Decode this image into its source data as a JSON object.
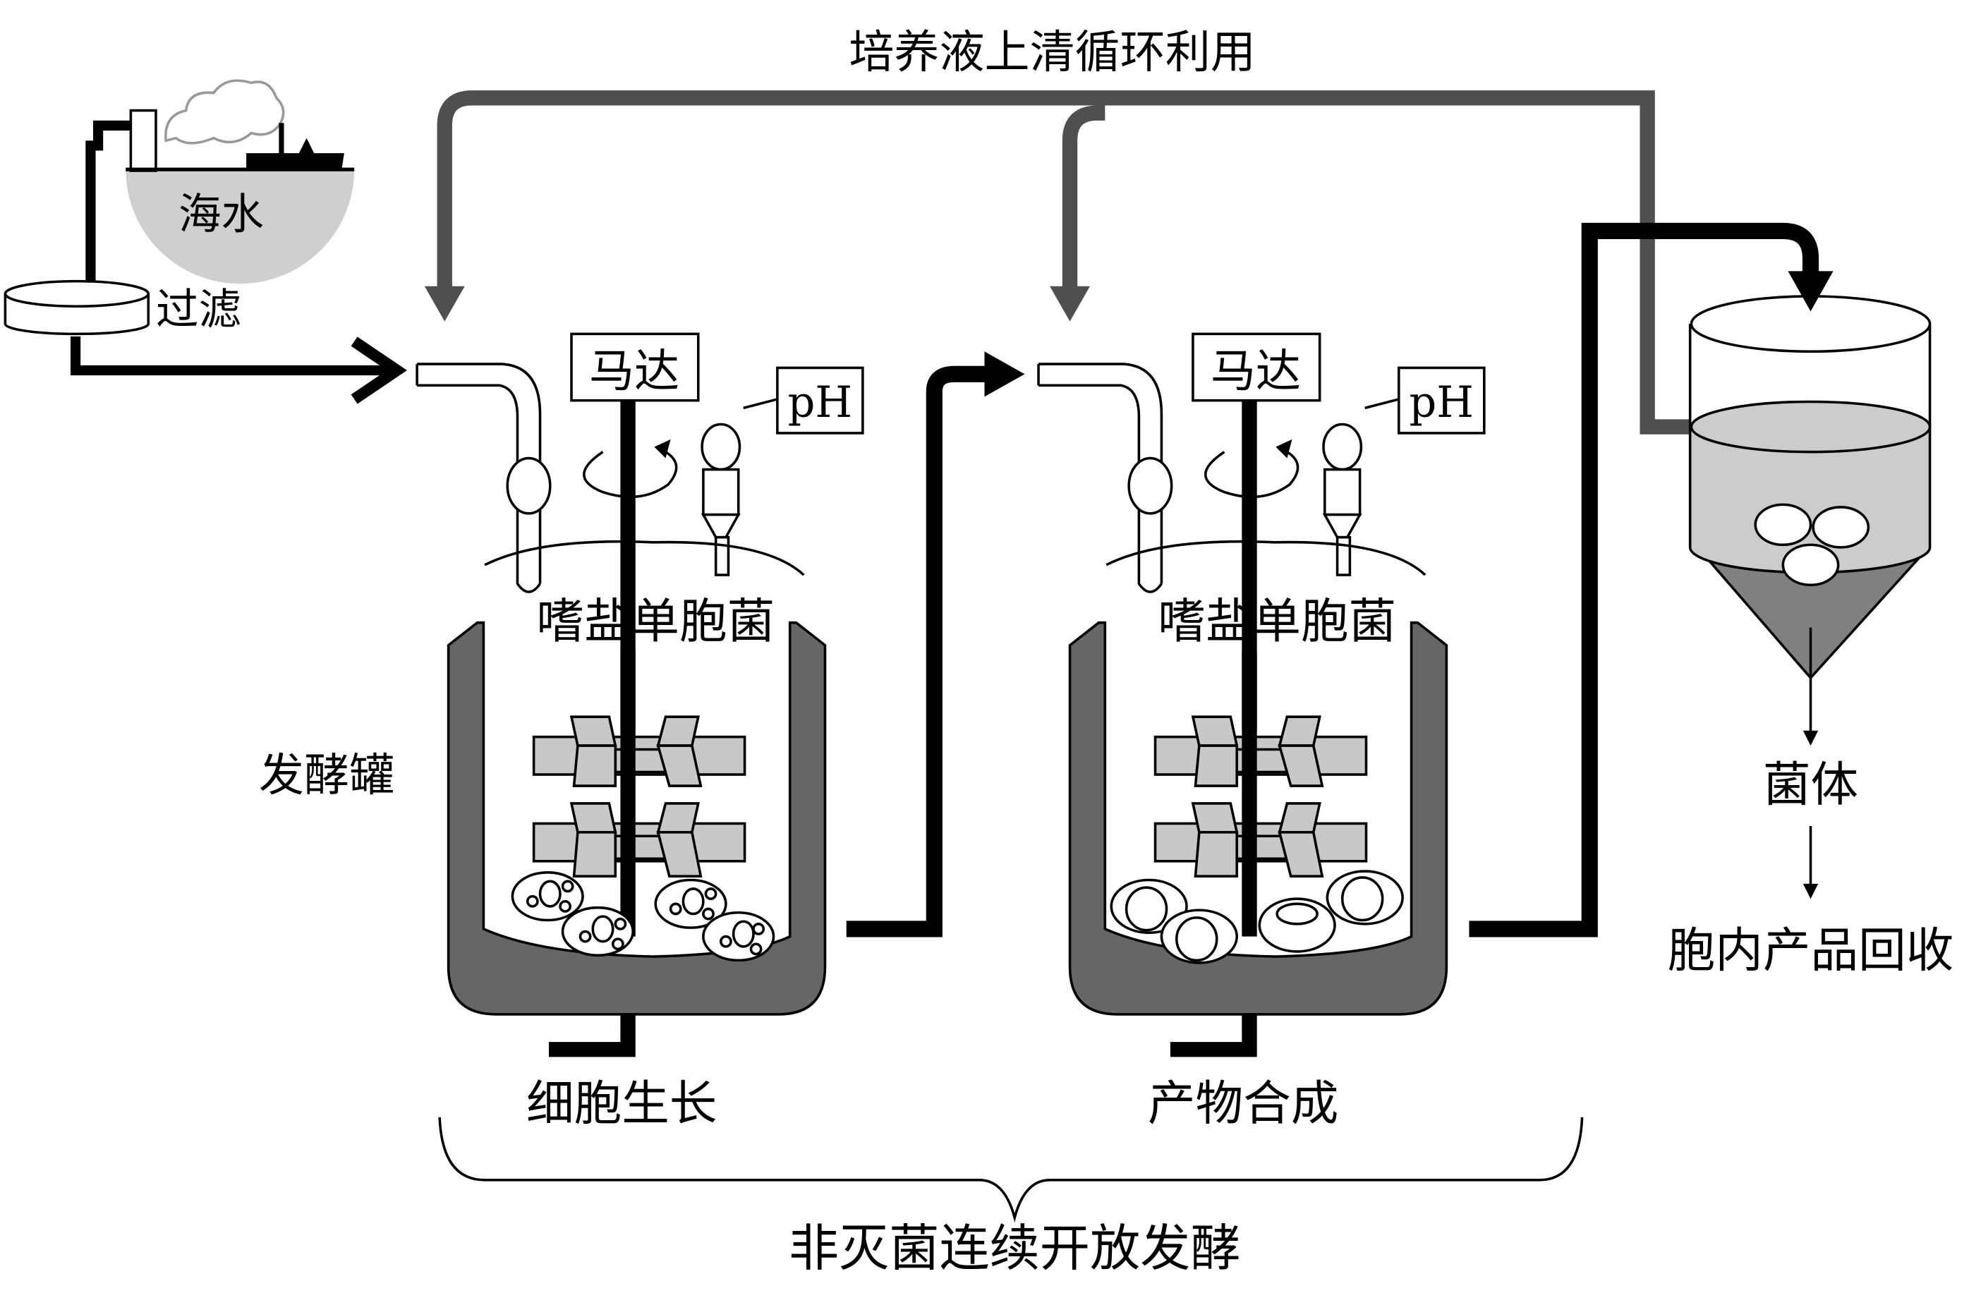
{
  "title": "培养液上清循环利用",
  "source": {
    "seawater_label": "海水",
    "filter_label": "过滤"
  },
  "fermenter_label": "发酵罐",
  "tanks": [
    {
      "motor_label": "马达",
      "ph_label": "pH",
      "organism_label": "嗜盐单胞菌",
      "stage_label": "细胞生长"
    },
    {
      "motor_label": "马达",
      "ph_label": "pH",
      "organism_label": "嗜盐单胞菌",
      "stage_label": "产物合成"
    }
  ],
  "separator": {
    "cells_label": "菌体",
    "recovery_label": "胞内产品回收"
  },
  "process_label": "非灭菌连续开放发酵",
  "colors": {
    "recycle_pipe": "#4f4f4f",
    "jacket": "#666666",
    "impeller": "#c8c8c8",
    "supernatant": "#cccccc",
    "sediment": "#808080",
    "flow_pipe": "#000000"
  }
}
